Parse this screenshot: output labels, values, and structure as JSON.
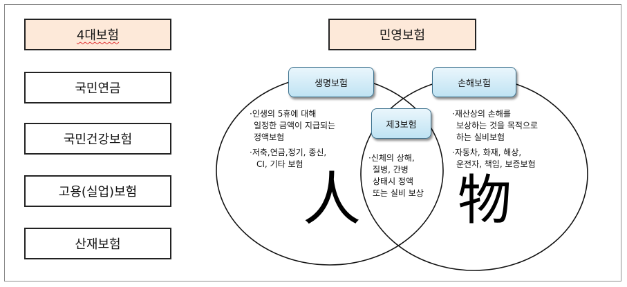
{
  "left_column": {
    "title": "4대보험",
    "items": [
      "국민연금",
      "국민건강보험",
      "고용(실업)보험",
      "산재보험"
    ]
  },
  "private": {
    "title": "민영보험",
    "life_tag": "생명보험",
    "damage_tag": "손해보험",
    "third_tag": "제3보험",
    "life_desc_1": "·인생의 5휴에 대해",
    "life_desc_2": "일정한 금액이 지급되는",
    "life_desc_3": "정액보험",
    "life_list_1": "·저축,연금,정기, 종신,",
    "life_list_2": "CI, 기타 보험",
    "damage_desc_1": "·재산상의 손해를",
    "damage_desc_2": "보상하는 것을 목적으로",
    "damage_desc_3": "하는 실비보험",
    "damage_list_1": "·자동차, 화재, 해상,",
    "damage_list_2": "운전자, 책임, 보증보험",
    "third_desc_1": "·신체의 상해,",
    "third_desc_2": "질병, 간병",
    "third_desc_3": "상태시 정액",
    "third_desc_4": "또는 실비 보상",
    "life_symbol": "人",
    "damage_symbol": "物"
  }
}
